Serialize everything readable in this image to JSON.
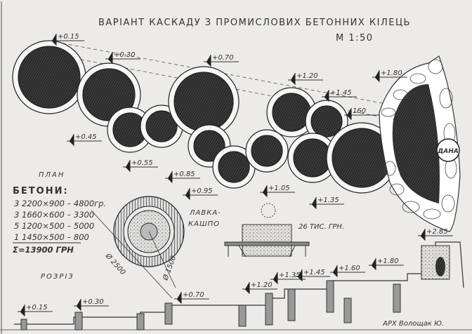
{
  "title": "ВАРІАНТ КАСКАДУ З ПРОМИСЛОВИХ БЕТОННИХ КІЛЕЦЬ",
  "scale": "М 1:50",
  "plan_label": "ПЛАН",
  "section_label": "РОЗРІЗ",
  "concrete": {
    "heading": "БЕТОНИ:",
    "items": [
      "3  2200×900 – 4800гр.",
      "3  1660×600 – 3300",
      "5  1200×500 – 5000",
      "1  1450×500 – 800"
    ],
    "total": "Σ=13900 ГРН"
  },
  "plan_levels": [
    "+0.15",
    "+0.30",
    "+0.70",
    "+1.20",
    "+1.45",
    "+1.80",
    "160",
    "+0.45",
    "+0.55",
    "+0.85",
    "+0.95",
    "+1.05",
    "+1.35"
  ],
  "pond_label": "ДАНА",
  "bench": {
    "label_1": "ЛАВКА-",
    "label_2": "КАШПО",
    "price": "26 ТИС. ГРН."
  },
  "ring_dims": {
    "outer": "Ø 2500",
    "inner": "Ø 1500"
  },
  "section_levels": [
    "+0.15",
    "+0.30",
    "+0.70",
    "+1.20",
    "+1.35",
    "+1.45",
    "+1.60",
    "+1.80",
    "+2.85"
  ],
  "author": "АРХ Волощак Ю."
}
